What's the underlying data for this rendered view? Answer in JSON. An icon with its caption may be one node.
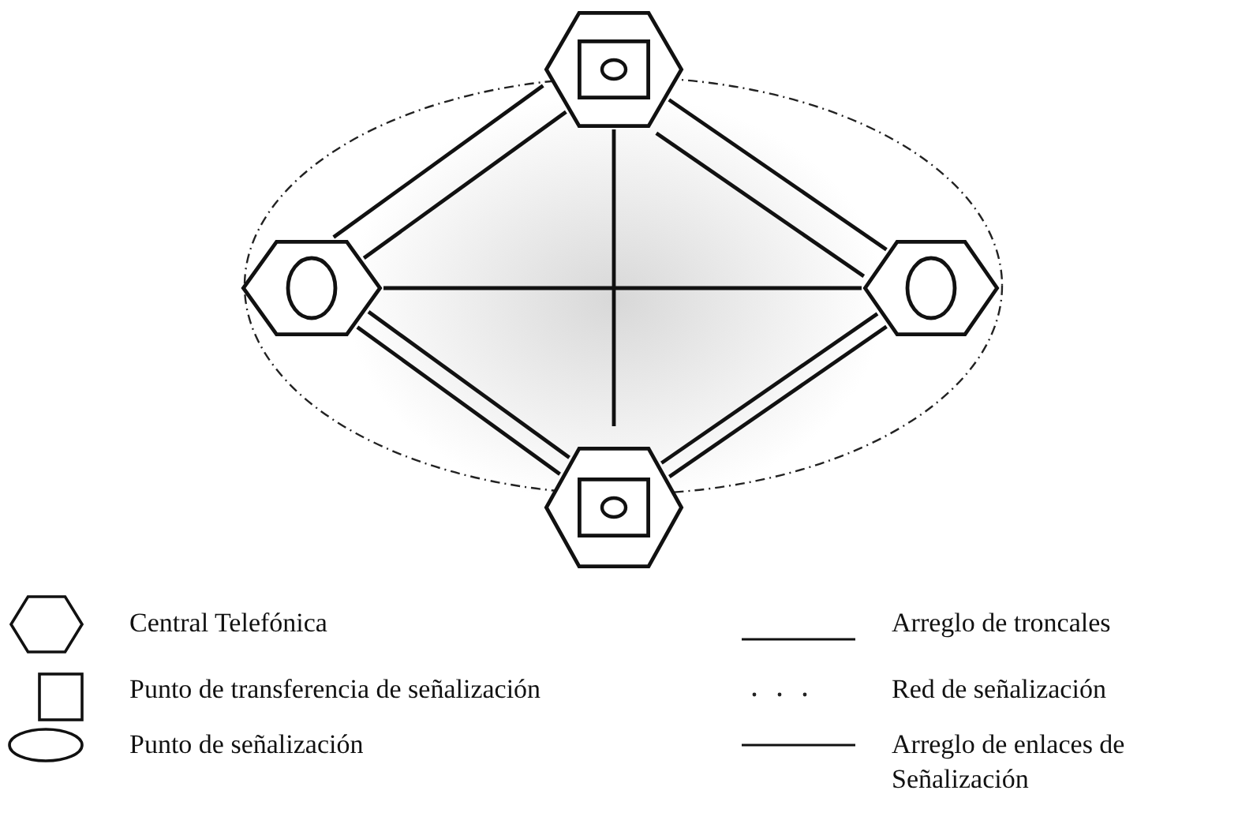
{
  "diagram": {
    "nodes": [
      {
        "text": [],
        "shape": "hexagon"
      },
      {
        "text": [],
        "shape": "hexagon"
      },
      {
        "text": [],
        "shape": "hexagon"
      },
      {
        "text": [],
        "shape": "hexagon"
      }
    ],
    "edges": [
      {
        "from": 0,
        "to": 1,
        "arrow": "none"
      },
      {
        "from": 0,
        "to": 1,
        "arrow": "none"
      },
      {
        "from": 0,
        "to": 2,
        "arrow": "none"
      },
      {
        "from": 0,
        "to": 2,
        "arrow": "none"
      },
      {
        "from": 1,
        "to": 2,
        "arrow": "none"
      },
      {
        "from": 0,
        "to": 3,
        "arrow": "none"
      },
      {
        "from": 1,
        "to": 3,
        "arrow": "none"
      },
      {
        "from": 1,
        "to": 3,
        "arrow": "none"
      },
      {
        "from": 2,
        "to": 3,
        "arrow": "none"
      },
      {
        "from": 2,
        "to": 3,
        "arrow": "none"
      }
    ],
    "legend": [
      {
        "text": "Central Telefónica"
      },
      {
        "text": "Arreglo de troncales"
      },
      {
        "text": "Punto de transferencia de señalización"
      },
      {
        "text": "Red de señalización"
      },
      {
        "text": "Punto de señalización"
      },
      {
        "text": "Arreglo de enlaces de Señalización"
      }
    ]
  }
}
